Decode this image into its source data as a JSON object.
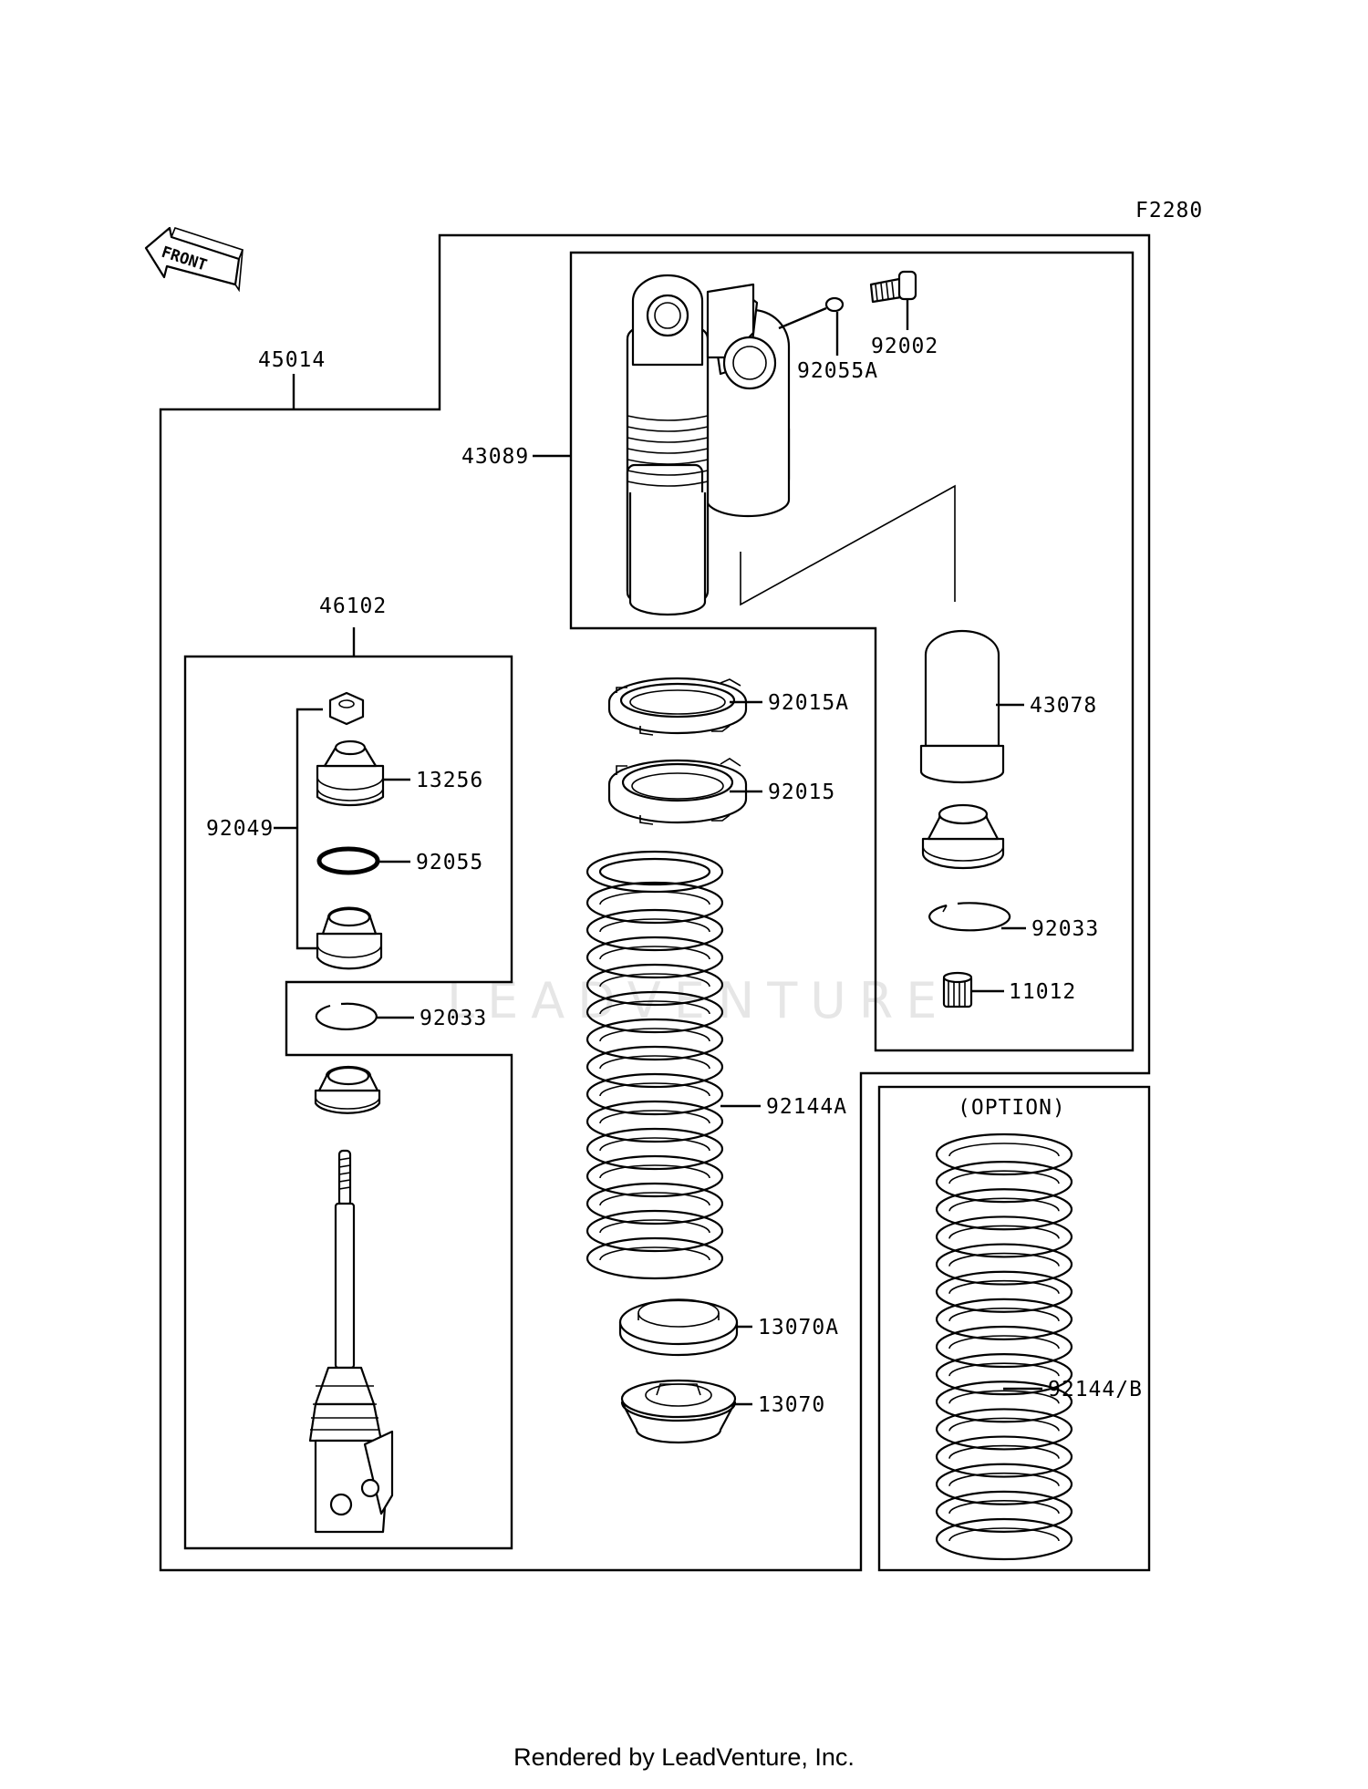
{
  "diagram_code": "F2280",
  "front_label": "FRONT",
  "option_label": "(OPTION)",
  "watermark": "LEADVENTURE",
  "footer": "Rendered by LeadVenture, Inc.",
  "parts": {
    "p45014": "45014",
    "p43089": "43089",
    "p92055A": "92055A",
    "p92002": "92002",
    "p46102": "46102",
    "p13256": "13256",
    "p92049": "92049",
    "p92055": "92055",
    "p92033a": "92033",
    "p92015A": "92015A",
    "p92015": "92015",
    "p92144A": "92144A",
    "p13070A": "13070A",
    "p13070": "13070",
    "p43078": "43078",
    "p92033b": "92033",
    "p11012": "11012",
    "p92144B": "92144/B"
  }
}
